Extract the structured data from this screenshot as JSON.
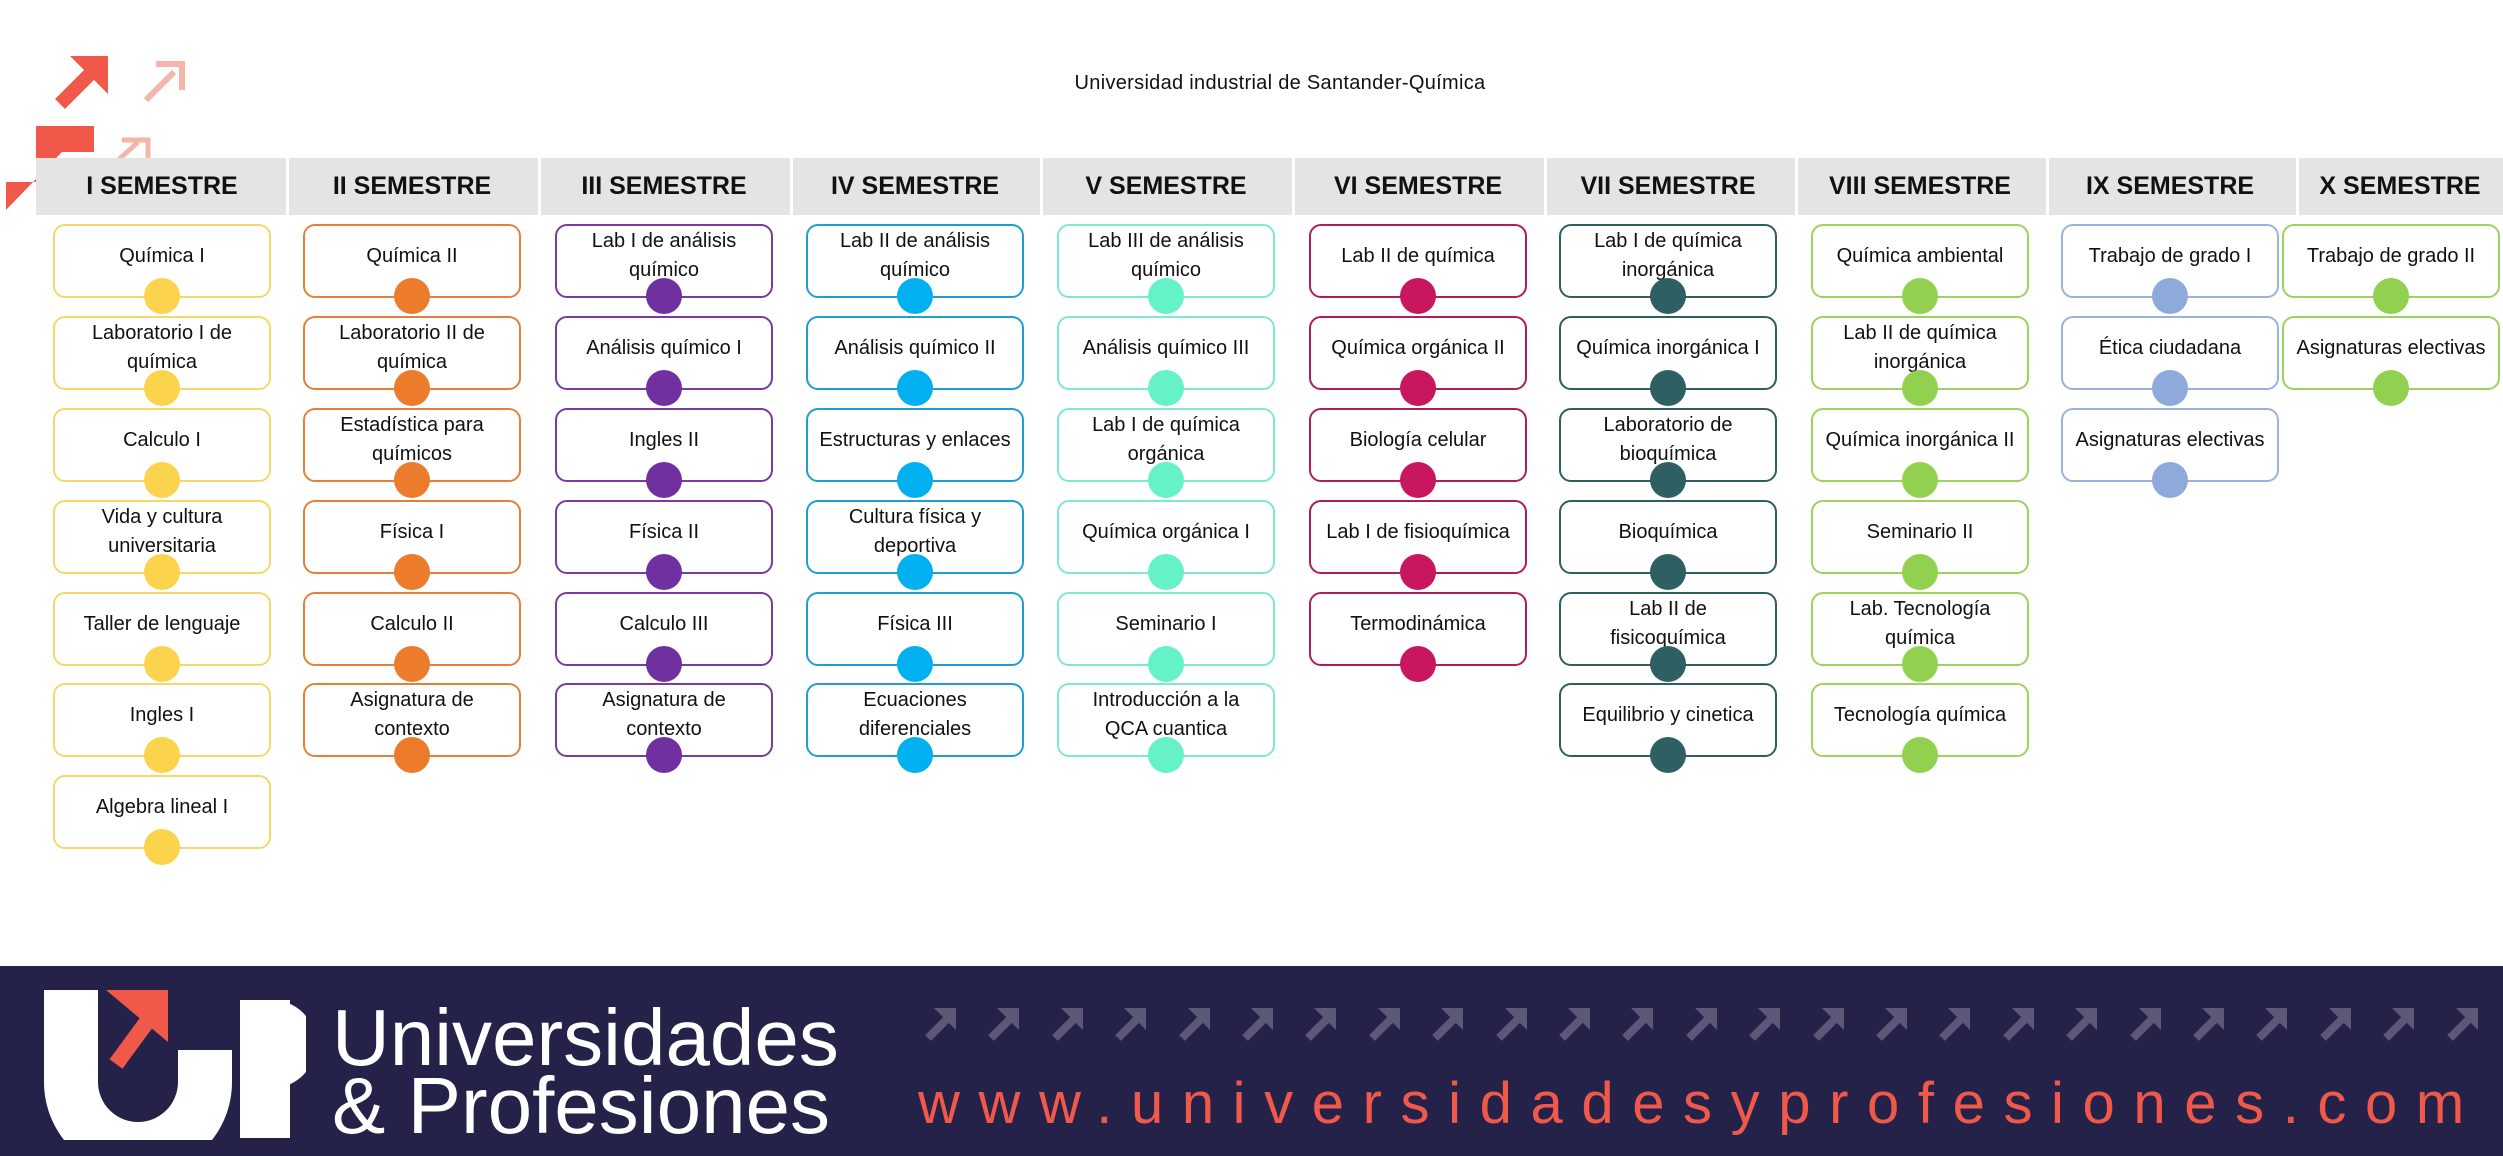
{
  "document": {
    "title": "Universidad industrial de Santander-Química"
  },
  "colors": {
    "header_band": "#e4e4e4",
    "footer_bg": "#25224a",
    "accent_orange": "#f0594a"
  },
  "icons": {
    "top_left": [
      "arrow-up-right-icon",
      "arrow-up-right-outline-icon"
    ],
    "footer_pattern": "arrow-up-right-icon"
  },
  "semesters": [
    {
      "label": "I SEMESTRE",
      "color": "#f5d76a",
      "dot": "#fbd34d",
      "courses": [
        "Química I",
        "Laboratorio I de química",
        "Calculo I",
        "Vida y cultura universitaria",
        "Taller de lenguaje",
        "Ingles I",
        "Algebra lineal I"
      ]
    },
    {
      "label": "II SEMESTRE",
      "color": "#e3813a",
      "dot": "#ec7c2c",
      "courses": [
        "Química II",
        "Laboratorio II de química",
        "Estadística para químicos",
        "Física I",
        "Calculo II",
        "Asignatura de contexto"
      ]
    },
    {
      "label": "III SEMESTRE",
      "color": "#7a3aa0",
      "dot": "#7030a0",
      "courses": [
        "Lab I de análisis químico",
        "Análisis químico I",
        "Ingles II",
        "Física II",
        "Calculo III",
        "Asignatura de contexto"
      ]
    },
    {
      "label": "IV SEMESTRE",
      "color": "#1e9fd0",
      "dot": "#00b0f0",
      "courses": [
        "Lab II de análisis químico",
        "Análisis químico II",
        "Estructuras y enlaces",
        "Cultura física y deportiva",
        "Física III",
        "Ecuaciones diferenciales"
      ]
    },
    {
      "label": "V SEMESTRE",
      "color": "#7ee9cc",
      "dot": "#66f2c8",
      "courses": [
        "Lab III de análisis químico",
        "Análisis químico III",
        "Lab I de química orgánica",
        "Química orgánica I",
        "Seminario I",
        "Introducción a la QCA cuantica"
      ]
    },
    {
      "label": "VI SEMESTRE",
      "color": "#b01e5a",
      "dot": "#c8175f",
      "courses": [
        "Lab II de química",
        "Química orgánica II",
        "Biología celular",
        "Lab I de fisioquímica",
        "Termodinámica"
      ]
    },
    {
      "label": "VII SEMESTRE",
      "color": "#2f5e5e",
      "dot": "#2e5f62",
      "courses": [
        "Lab I de química inorgánica",
        "Química inorgánica I",
        "Laboratorio de bioquímica",
        "Bioquímica",
        "Lab II de fisicoquímica",
        "Equilibrio y cinetica"
      ]
    },
    {
      "label": "VIII SEMESTRE",
      "color": "#9cd35c",
      "dot": "#92d050",
      "courses": [
        "Química ambiental",
        "Lab II de química inorgánica",
        "Química inorgánica II",
        "Seminario II",
        "Lab. Tecnología química",
        "Tecnología química"
      ]
    },
    {
      "label": "IX SEMESTRE",
      "color": "#9cb0dc",
      "dot": "#8eaadb",
      "courses": [
        "Trabajo de grado I",
        "Ética ciudadana",
        "Asignaturas electivas"
      ]
    },
    {
      "label": "X SEMESTRE",
      "color": "#9cd35c",
      "dot": "#92d050",
      "courses": [
        "Trabajo de grado II",
        "Asignaturas electivas"
      ]
    }
  ],
  "footer": {
    "brand_line1": "Universidades",
    "brand_line2": "& Profesiones",
    "website": "www.universidadesyprofesiones.com",
    "logo_text": "UP"
  }
}
